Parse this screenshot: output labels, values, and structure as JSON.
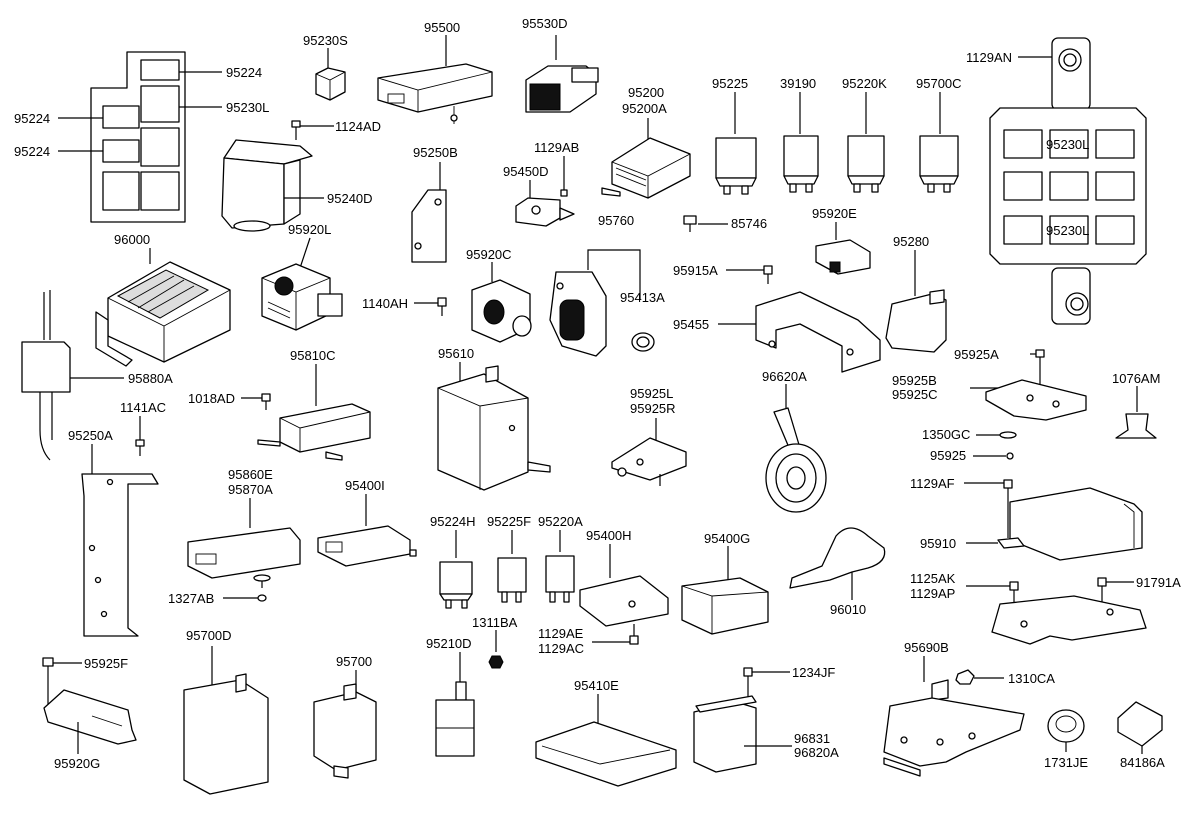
{
  "labels": {
    "l95230S": "95230S",
    "l95500": "95500",
    "l95530D": "95530D",
    "l95224a": "95224",
    "l95230L_a": "95230L",
    "l95224b": "95224",
    "l95224c": "95224",
    "l1124AD": "1124AD",
    "l95240D": "95240D",
    "l95250B": "95250B",
    "l1129AB": "1129AB",
    "l95450D": "95450D",
    "l95200": "95200",
    "l95200A": "95200A",
    "l95225": "95225",
    "l39190": "39190",
    "l95220K": "95220K",
    "l95700C": "95700C",
    "l1129AN": "1129AN",
    "l95230L_b": "95230L",
    "l95230L_c": "95230L",
    "l96000": "96000",
    "l95920L": "95920L",
    "l95920C": "95920C",
    "l95760": "95760",
    "l85746": "85746",
    "l95920E": "95920E",
    "l95280": "95280",
    "l95915A": "95915A",
    "l1140AH": "1140AH",
    "l95413A": "95413A",
    "l95455": "95455",
    "l95880A": "95880A",
    "l95810C": "95810C",
    "l95610": "95610",
    "l95925A": "95925A",
    "l96620A": "96620A",
    "l95925B": "95925B",
    "l95925C": "95925C",
    "l1076AM": "1076AM",
    "l1018AD": "1018AD",
    "l1141AC": "1141AC",
    "l95925L": "95925L",
    "l95925R": "95925R",
    "l1350GC": "1350GC",
    "l95250A": "95250A",
    "l95925": "95925",
    "l95860E": "95860E",
    "l95870A": "95870A",
    "l95400I": "95400I",
    "l1129AF": "1129AF",
    "l95224H": "95224H",
    "l95225F": "95225F",
    "l95220A": "95220A",
    "l95400H": "95400H",
    "l95400G": "95400G",
    "l95910": "95910",
    "l1125AK": "1125AK",
    "l1129AP": "1129AP",
    "l91791A": "91791A",
    "l96010": "96010",
    "l1327AB": "1327AB",
    "l1311BA": "1311BA",
    "l1129AE": "1129AE",
    "l1129AC": "1129AC",
    "l95700D": "95700D",
    "l95210D": "95210D",
    "l95700": "95700",
    "l95925F": "95925F",
    "l95410E": "95410E",
    "l1234JF": "1234JF",
    "l95690B": "95690B",
    "l1310CA": "1310CA",
    "l96831": "96831",
    "l96820A": "96820A",
    "l95920G": "95920G",
    "l1731JE": "1731JE",
    "l84186A": "84186A"
  }
}
